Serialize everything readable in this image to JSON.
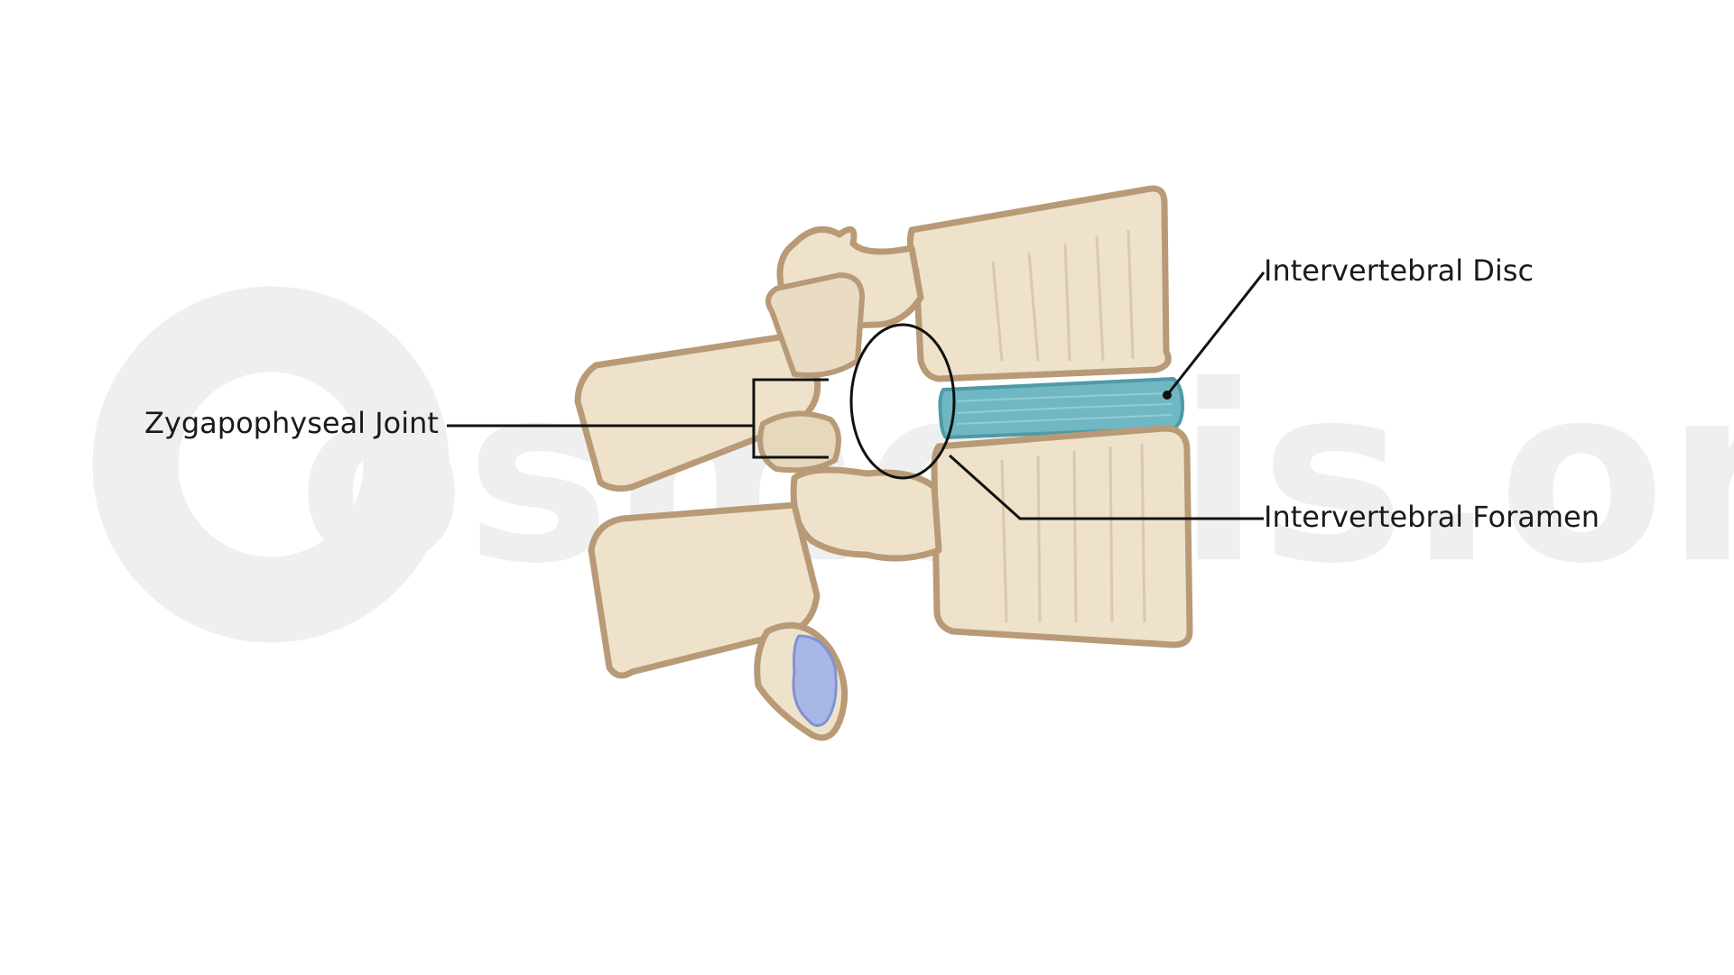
{
  "watermark": {
    "text": "osmosis.org",
    "color": "#efefef"
  },
  "labels": {
    "intervertebral_disc": "Intervertebral Disc",
    "zygapophyseal_joint": "Zygapophyseal Joint",
    "intervertebral_foramen": "Intervertebral Foramen"
  },
  "colors": {
    "bone_fill": "#eee2cb",
    "bone_outline": "#b89a76",
    "disc_fill": "#6fb8c3",
    "cartilage_fill": "#a9b7e6",
    "line": "#111111"
  }
}
